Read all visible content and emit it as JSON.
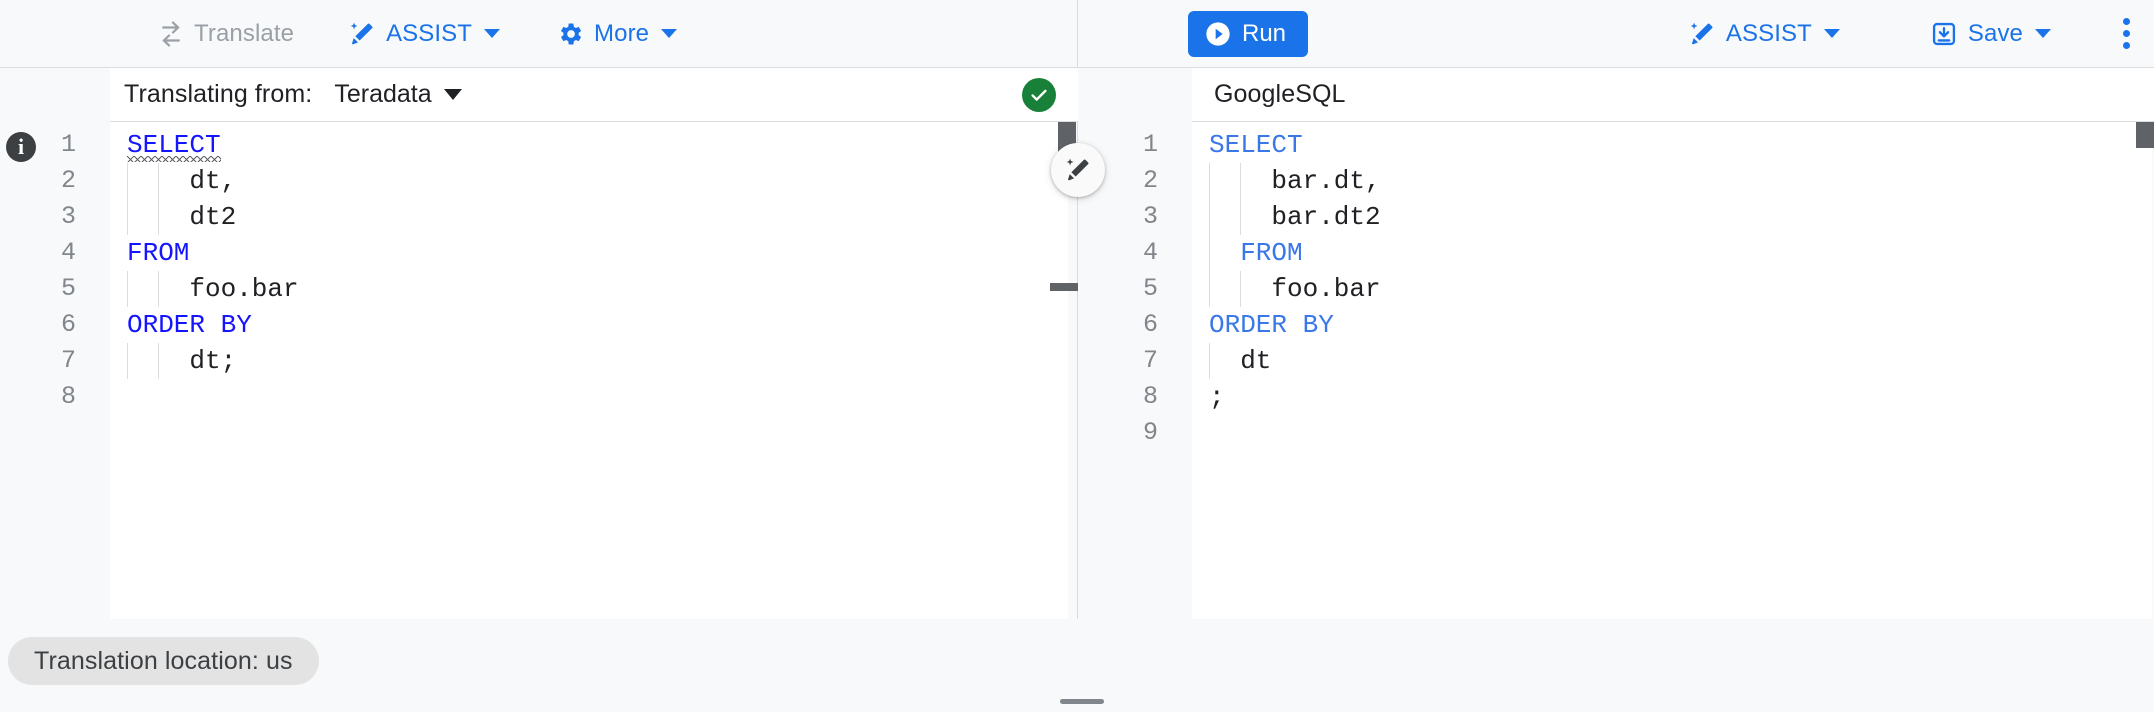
{
  "toolbar": {
    "left_actions": [
      {
        "id": "translate",
        "label": "Translate",
        "icon": "translate-swap-icon",
        "disabled": true
      },
      {
        "id": "assist-left",
        "label": "ASSIST",
        "icon": "magic-wand-icon",
        "caret": true
      },
      {
        "id": "more",
        "label": "More",
        "icon": "gear-icon",
        "caret": true
      }
    ],
    "run_label": "Run",
    "run_icon": "play-circle-icon",
    "right_actions": [
      {
        "id": "assist-right",
        "label": "ASSIST",
        "icon": "magic-wand-icon",
        "caret": true
      },
      {
        "id": "save",
        "label": "Save",
        "icon": "save-download-icon",
        "caret": true
      }
    ],
    "overflow_icon": "more-vert-icon"
  },
  "source_pane": {
    "label": "Translating from:",
    "dialect": "Teradata",
    "status_icon": "check-circle-icon",
    "status_color": "#188038",
    "info_icon": "info-icon",
    "line_numbers": [
      "1",
      "2",
      "3",
      "4",
      "5",
      "6",
      "7",
      "8"
    ],
    "code": [
      {
        "n": 1,
        "indent": 0,
        "kw": "SELECT",
        "rest": "",
        "squiggle": true
      },
      {
        "n": 2,
        "indent": 2,
        "kw": "",
        "rest": "dt,",
        "squiggle": false
      },
      {
        "n": 3,
        "indent": 2,
        "kw": "",
        "rest": "dt2",
        "squiggle": false
      },
      {
        "n": 4,
        "indent": 0,
        "kw": "FROM",
        "rest": "",
        "squiggle": false
      },
      {
        "n": 5,
        "indent": 2,
        "kw": "",
        "rest": "foo.bar",
        "squiggle": false
      },
      {
        "n": 6,
        "indent": 0,
        "kw": "ORDER BY",
        "rest": "",
        "squiggle": false
      },
      {
        "n": 7,
        "indent": 2,
        "kw": "",
        "rest": "dt;",
        "squiggle": false
      },
      {
        "n": 8,
        "indent": 0,
        "kw": "",
        "rest": "",
        "squiggle": false
      }
    ],
    "keyword_color": "#1414ff"
  },
  "target_pane": {
    "dialect": "GoogleSQL",
    "wand_icon": "magic-wand-edit-icon",
    "line_numbers": [
      "1",
      "2",
      "3",
      "4",
      "5",
      "6",
      "7",
      "8",
      "9"
    ],
    "code": [
      {
        "n": 1,
        "indent": 0,
        "kw": "SELECT",
        "rest": "",
        "squiggle": false
      },
      {
        "n": 2,
        "indent": 2,
        "kw": "",
        "rest": "bar.dt,",
        "squiggle": false
      },
      {
        "n": 3,
        "indent": 2,
        "kw": "",
        "rest": "bar.dt2",
        "squiggle": false
      },
      {
        "n": 4,
        "indent": 1,
        "kw": "FROM",
        "rest": "",
        "squiggle": false
      },
      {
        "n": 5,
        "indent": 2,
        "kw": "",
        "rest": "foo.bar",
        "squiggle": false
      },
      {
        "n": 6,
        "indent": 0,
        "kw": "ORDER BY",
        "rest": "",
        "squiggle": false
      },
      {
        "n": 7,
        "indent": 1,
        "kw": "",
        "rest": "dt",
        "squiggle": false
      },
      {
        "n": 8,
        "indent": 0,
        "kw": "",
        "rest": ";",
        "squiggle": false
      },
      {
        "n": 9,
        "indent": 0,
        "kw": "",
        "rest": "",
        "squiggle": false
      }
    ],
    "keyword_color": "#3b78e7"
  },
  "footer": {
    "location_chip": "Translation location: us",
    "drag_handle": "panel-resize-handle"
  },
  "colors": {
    "accent": "#1a73e8",
    "disabled": "#9aa0a6",
    "success": "#188038",
    "surface": "#f8f9fa",
    "editor_bg": "#ffffff",
    "border": "#dadce0",
    "chip_bg": "#e3e3e3",
    "scrollbar": "#5f6368"
  }
}
